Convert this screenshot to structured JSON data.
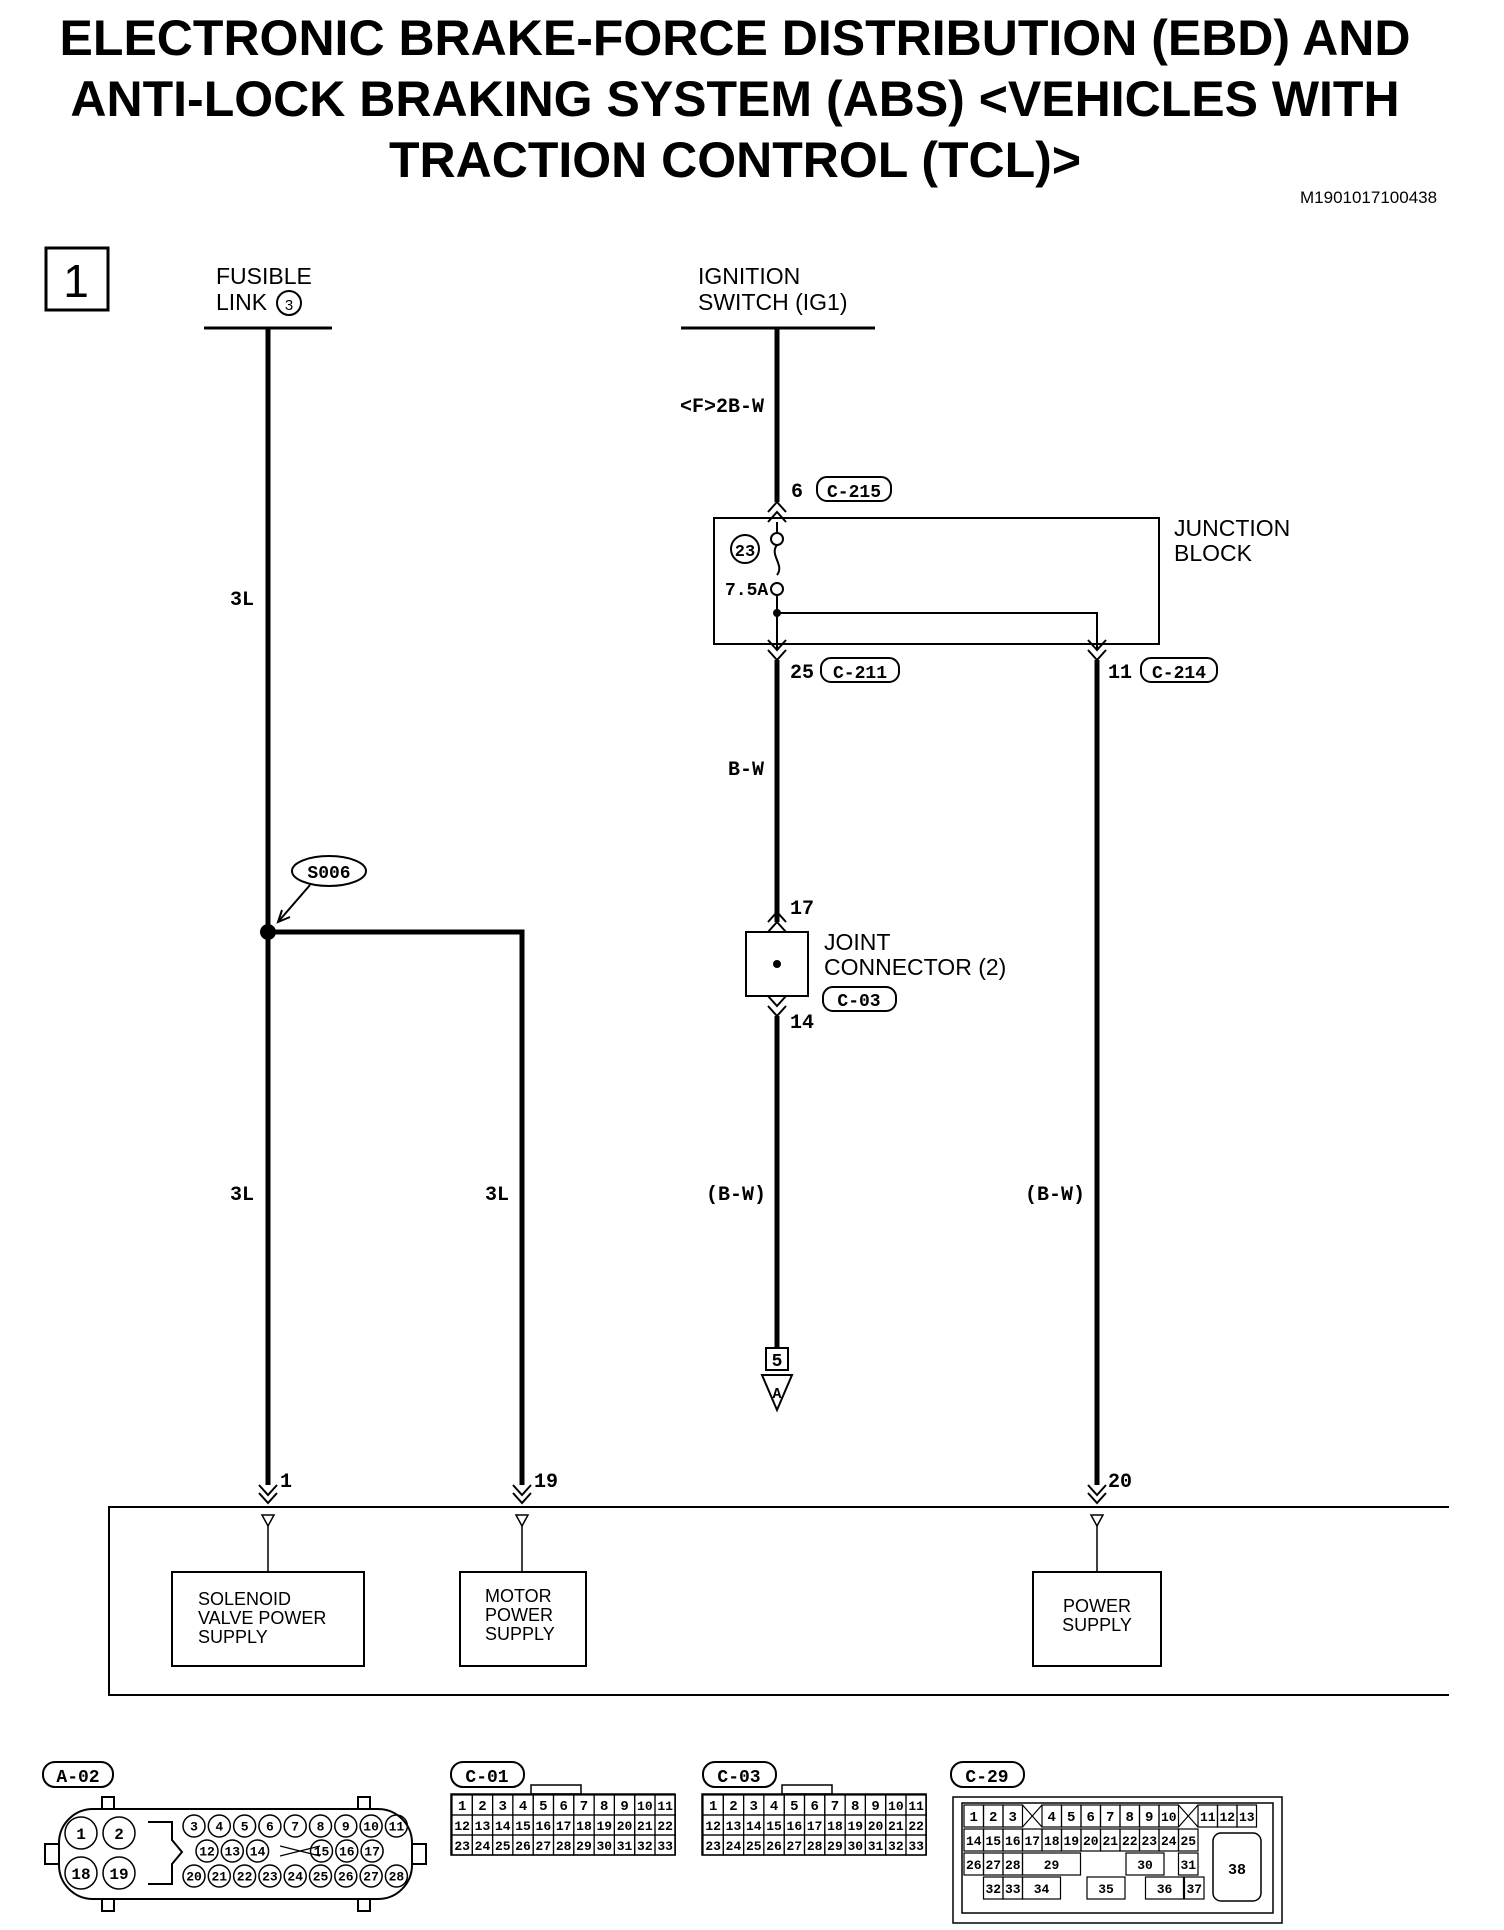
{
  "title_lines": [
    "ELECTRONIC BRAKE-FORCE DISTRIBUTION (EBD) AND",
    "ANTI-LOCK BRAKING SYSTEM (ABS) <VEHICLES WITH",
    "TRACTION CONTROL (TCL)>"
  ],
  "doc_id": "M1901017100438",
  "page_number": "1",
  "sources": {
    "fusible_link": [
      "FUSIBLE",
      "LINK"
    ],
    "fusible_link_number": "3",
    "ignition": [
      "IGNITION",
      "SWITCH (IG1)"
    ]
  },
  "wires": {
    "w3l_a": "3L",
    "w3l_b": "3L",
    "w3l_c": "3L",
    "f2bw": "<F>2B-W",
    "bw": "B-W",
    "bw_paren_a": "(B-W)",
    "bw_paren_b": "(B-W)"
  },
  "splice": "S006",
  "junction_block": {
    "label": [
      "JUNCTION",
      "BLOCK"
    ],
    "fuse_number": "23",
    "fuse_rating": "7.5A",
    "pin_in": "6",
    "conn_in": "C-215",
    "pin_out_a": "25",
    "conn_out_a": "C-211",
    "pin_out_b": "11",
    "conn_out_b": "C-214"
  },
  "joint_connector": {
    "label": [
      "JOINT",
      "CONNECTOR (2)"
    ],
    "connector": "C-03",
    "pin_in": "17",
    "pin_out": "14"
  },
  "offpage": {
    "page": "5",
    "point": "A"
  },
  "ecu_pins": [
    "1",
    "19",
    "20"
  ],
  "ecu_blocks": {
    "solenoid": [
      "SOLENOID",
      "VALVE POWER",
      "SUPPLY"
    ],
    "motor": [
      "MOTOR",
      "POWER",
      "SUPPLY"
    ],
    "power": [
      "POWER",
      "SUPPLY"
    ]
  },
  "connectors": {
    "a02": {
      "label": "A-02",
      "big_pins": [
        "1",
        "2",
        "18",
        "19"
      ],
      "row1": [
        "3",
        "4",
        "5",
        "6",
        "7",
        "8",
        "9",
        "10",
        "11"
      ],
      "row2": [
        "12",
        "13",
        "14",
        "15",
        "16",
        "17"
      ],
      "row3": [
        "20",
        "21",
        "22",
        "23",
        "24",
        "25",
        "26",
        "27",
        "28"
      ]
    },
    "c01": {
      "label": "C-01",
      "row1": [
        "1",
        "2",
        "3",
        "4",
        "5",
        "6",
        "7",
        "8",
        "9",
        "10",
        "11"
      ],
      "row2": [
        "12",
        "13",
        "14",
        "15",
        "16",
        "17",
        "18",
        "19",
        "20",
        "21",
        "22"
      ],
      "row3": [
        "23",
        "24",
        "25",
        "26",
        "27",
        "28",
        "29",
        "30",
        "31",
        "32",
        "33"
      ]
    },
    "c03": {
      "label": "C-03",
      "row1": [
        "1",
        "2",
        "3",
        "4",
        "5",
        "6",
        "7",
        "8",
        "9",
        "10",
        "11"
      ],
      "row2": [
        "12",
        "13",
        "14",
        "15",
        "16",
        "17",
        "18",
        "19",
        "20",
        "21",
        "22"
      ],
      "row3": [
        "23",
        "24",
        "25",
        "26",
        "27",
        "28",
        "29",
        "30",
        "31",
        "32",
        "33"
      ]
    },
    "c29": {
      "label": "C-29",
      "row1a": [
        "1",
        "2",
        "3"
      ],
      "row1b": [
        "4",
        "5",
        "6",
        "7",
        "8",
        "9",
        "10"
      ],
      "row1c": [
        "11",
        "12",
        "13"
      ],
      "row2": [
        "14",
        "15",
        "16",
        "17",
        "18",
        "19",
        "20",
        "21",
        "22",
        "23",
        "24",
        "25"
      ],
      "row3a": [
        "26",
        "27",
        "28"
      ],
      "p29": "29",
      "p30": "30",
      "p31": "31",
      "row4a": [
        "32",
        "33"
      ],
      "p34": "34",
      "p35": "35",
      "p36": "36",
      "p37": "37",
      "p38": "38"
    }
  }
}
